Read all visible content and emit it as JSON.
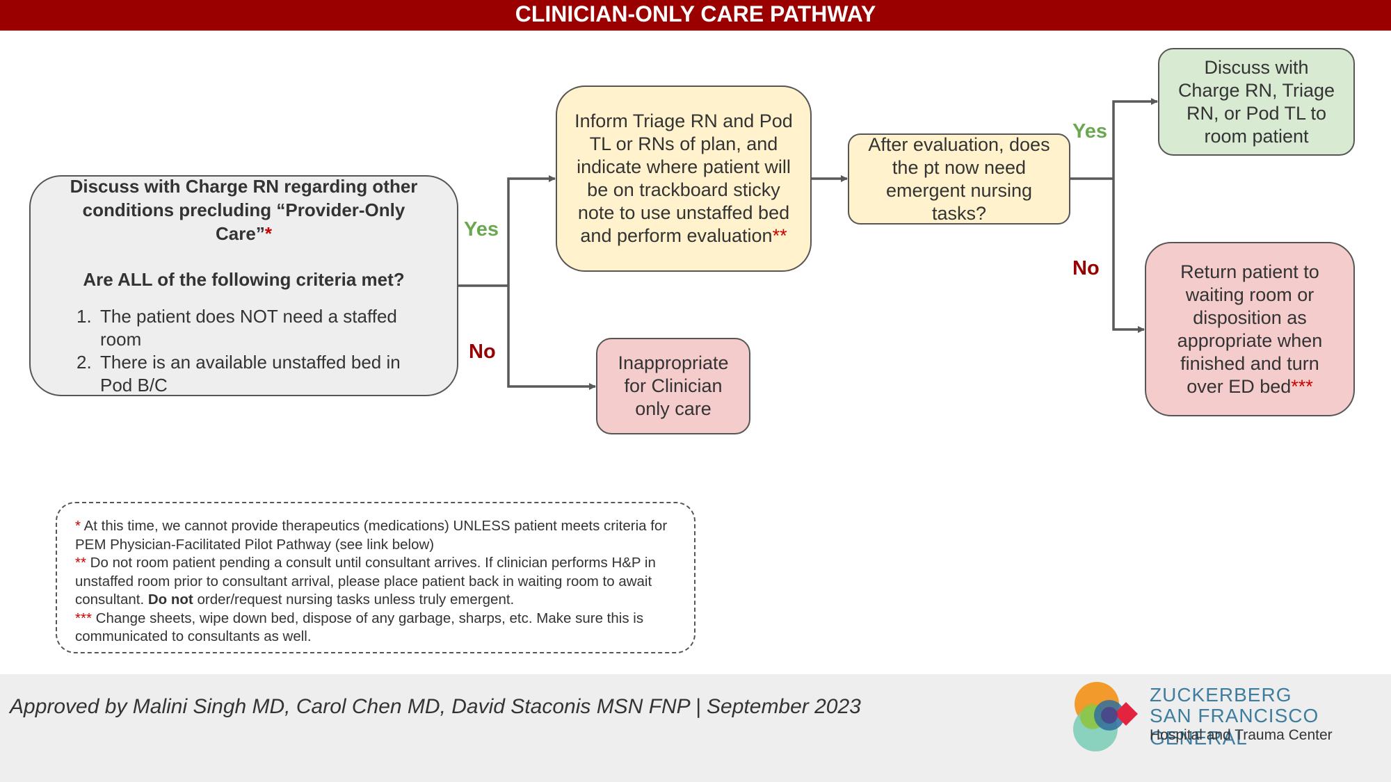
{
  "title": "CLINICIAN-ONLY CARE PATHWAY",
  "criteria_box": {
    "line1": "Discuss with Charge RN regarding other",
    "line2": "conditions precluding “Provider-Only Care”",
    "line2_star": "*",
    "question": "Are ALL of the following criteria met?",
    "items": [
      {
        "num": "1.",
        "text": "The patient does NOT need a staffed room"
      },
      {
        "num": "2.",
        "text": "There is an available unstaffed bed in Pod B/C"
      }
    ]
  },
  "labels": {
    "yes1": "Yes",
    "no1": "No",
    "yes2": "Yes",
    "no2": "No"
  },
  "inform_box": {
    "text": "Inform Triage RN and Pod TL or RNs of plan, and indicate where patient will be on trackboard sticky note to use unstaffed bed and perform evaluation",
    "star": "**"
  },
  "inappropriate_box": {
    "text": "Inappropriate for Clinician only care"
  },
  "evaluation_box": {
    "text": "After evaluation, does the pt now need emergent nursing tasks?"
  },
  "discuss_box": {
    "text": "Discuss with Charge RN, Triage RN, or Pod TL to room patient"
  },
  "return_box": {
    "text": "Return patient to waiting room or disposition as appropriate when finished and turn over ED bed",
    "star": "***"
  },
  "notes": {
    "n1_star": "*",
    "n1_text": "At this time, we cannot provide therapeutics (medications) UNLESS patient meets criteria for PEM Physician-Facilitated  Pilot Pathway (see link below)",
    "n2_star": "**",
    "n2_text_a": "Do not room patient pending a consult until consultant arrives. If clinician performs H&P in unstaffed room prior to consultant arrival, please place patient back in waiting room to await consultant.",
    "n2_bold": "Do not",
    "n2_text_b": "order/request nursing tasks unless truly emergent.",
    "n3_star": "***",
    "n3_text": "Change sheets, wipe down bed, dispose of any garbage, sharps, etc. Make sure this is communicated to consultants as well."
  },
  "footer": {
    "approval": "Approved by Malini Singh MD, Carol Chen MD, David Staconis MSN FNP  | September 2023",
    "logo_line1": "ZUCKERBERG",
    "logo_line2": "SAN FRANCISCO GENERAL",
    "logo_line3": "Hospital and Trauma Center"
  },
  "colors": {
    "title_bar": "#9b0000",
    "yes": "#6aa84f",
    "no": "#990000",
    "gray_box": "#eeeeee",
    "yellow_box": "#fff2cc",
    "green_box": "#d9ead3",
    "pink_box": "#f4cccc",
    "connector": "#595959"
  }
}
